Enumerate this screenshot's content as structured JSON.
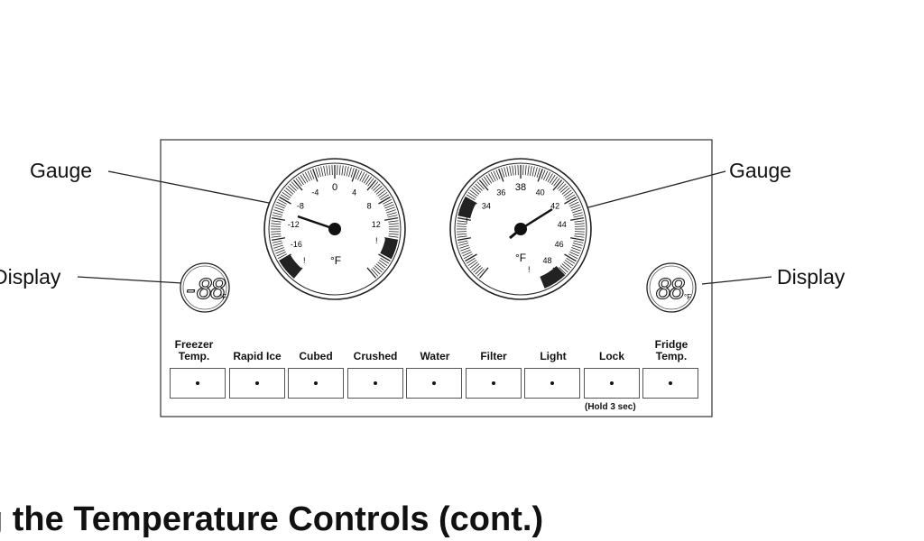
{
  "callouts": {
    "gauge_left": "Gauge",
    "gauge_right": "Gauge",
    "display_left": "Display",
    "display_right": "Display"
  },
  "freezer_gauge": {
    "unit": "°F",
    "ticks": [
      "-4",
      "0",
      "4",
      "8",
      "12",
      "-8",
      "-12",
      "-16"
    ],
    "warning_marks": [
      "!",
      "!"
    ]
  },
  "fridge_gauge": {
    "unit": "°F",
    "ticks": [
      "36",
      "38",
      "40",
      "42",
      "44",
      "46",
      "48",
      "34"
    ],
    "warning_marks": [
      "!",
      "!"
    ]
  },
  "freezer_display": {
    "value": "-88",
    "unit": "°F"
  },
  "fridge_display": {
    "value": "88",
    "unit": "°F"
  },
  "buttons": [
    {
      "label": "Freezer Temp."
    },
    {
      "label": "Rapid Ice"
    },
    {
      "label": "Cubed"
    },
    {
      "label": "Crushed"
    },
    {
      "label": "Water"
    },
    {
      "label": "Filter"
    },
    {
      "label": "Light"
    },
    {
      "label": "Lock"
    },
    {
      "label": "Fridge Temp."
    }
  ],
  "lock_note": "(Hold 3 sec)",
  "heading": "g the Temperature Controls (cont.)"
}
